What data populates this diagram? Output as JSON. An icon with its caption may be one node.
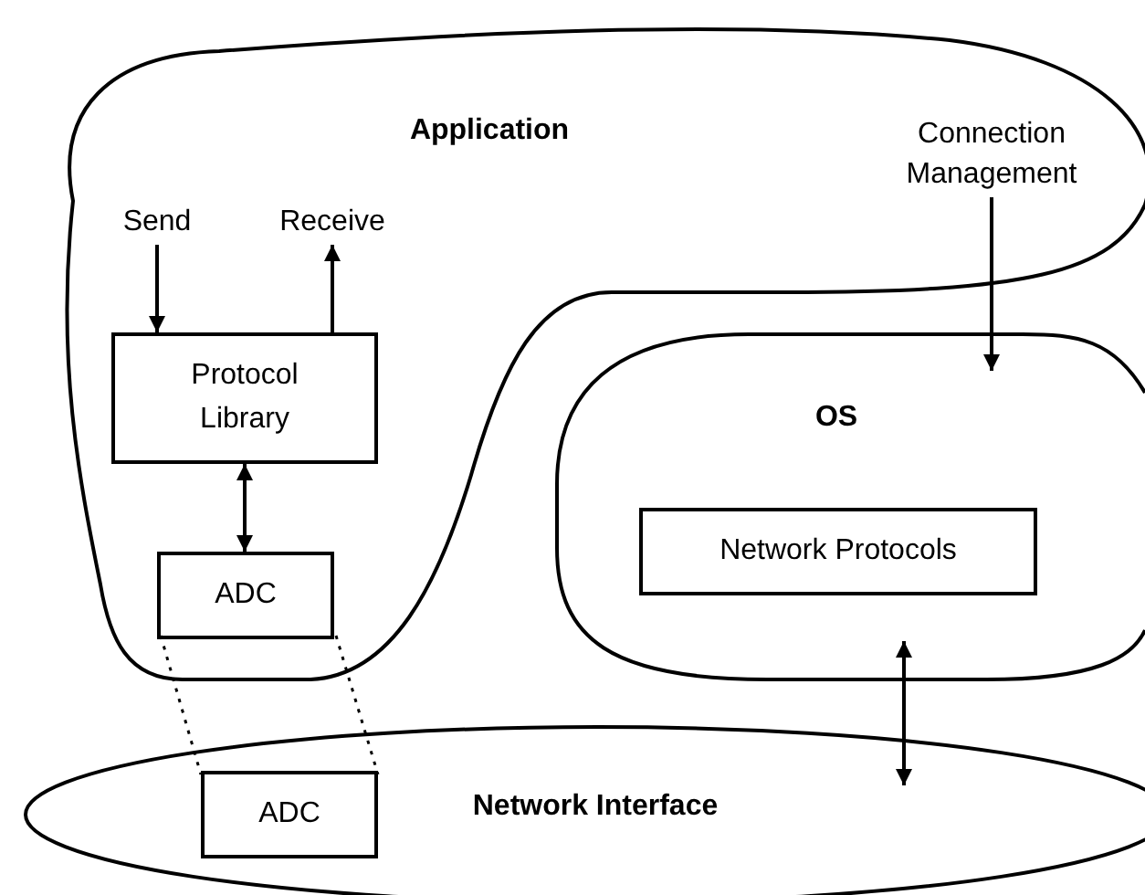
{
  "diagram": {
    "nodes": [
      {
        "text": [
          "Application"
        ]
      },
      {
        "text": [
          "Send"
        ],
        "in": 0
      },
      {
        "text": [
          "Receive"
        ],
        "in": 0
      },
      {
        "text": [
          "Protocol Library"
        ],
        "in": 0
      },
      {
        "text": [
          "ADC"
        ],
        "in": 0
      },
      {
        "text": [
          "Connection Management"
        ],
        "in": 0
      },
      {
        "text": [
          "OS"
        ]
      },
      {
        "text": [
          "Network Protocols"
        ],
        "in": 6
      },
      {
        "text": [
          "Network Interface"
        ]
      },
      {
        "text": [
          "ADC"
        ],
        "in": 8
      }
    ],
    "edges": [
      {
        "from": 1,
        "to": 3,
        "arrow": "to"
      },
      {
        "from": 3,
        "to": 2,
        "arrow": "to"
      },
      {
        "from": 3,
        "to": 4,
        "arrow": "both"
      },
      {
        "from": 5,
        "to": 6,
        "arrow": "to"
      },
      {
        "from": 6,
        "to": 8,
        "arrow": "both"
      },
      {
        "from": 4,
        "to": 9,
        "arrow": "none",
        "style": "dashed"
      }
    ]
  }
}
